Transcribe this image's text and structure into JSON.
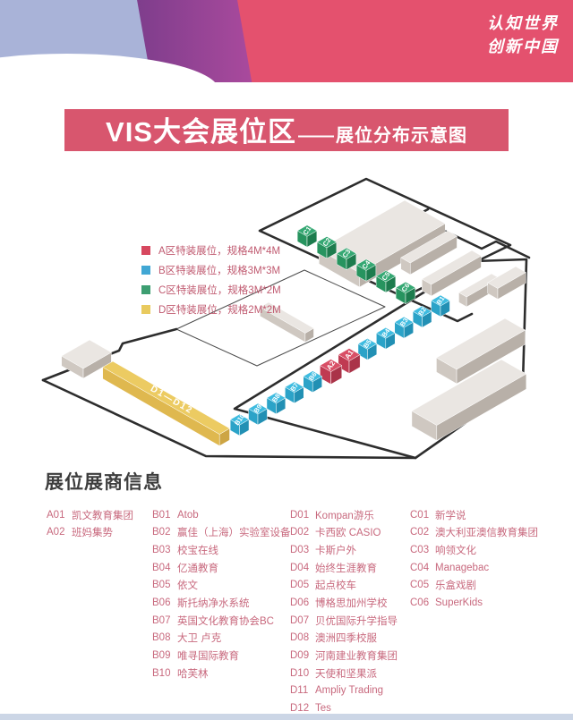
{
  "banner": {
    "slogan_line1": "认知世界",
    "slogan_line2": "创新中国"
  },
  "title": {
    "main": "VIS大会展位区",
    "dash": "——",
    "sub": "展位分布示意图"
  },
  "legend": [
    {
      "color": "#d7485f",
      "label": "A区特装展位，规格4M*4M"
    },
    {
      "color": "#41a7d4",
      "label": "B区特装展位，规格3M*3M"
    },
    {
      "color": "#3d9e71",
      "label": "C区特装展位，规格3M*2M"
    },
    {
      "color": "#e9ca5e",
      "label": "D区特装展位，规格2M*2M"
    }
  ],
  "floorplan": {
    "c_row": [
      "C1",
      "C2",
      "C3",
      "C4",
      "C5",
      "C6"
    ],
    "main_row": [
      {
        "label": "B1",
        "zone": "B"
      },
      {
        "label": "B2",
        "zone": "B"
      },
      {
        "label": "B3",
        "zone": "B"
      },
      {
        "label": "B4",
        "zone": "B"
      },
      {
        "label": "B5",
        "zone": "B"
      },
      {
        "label": "A1",
        "zone": "A"
      },
      {
        "label": "A2",
        "zone": "A"
      },
      {
        "label": "B6",
        "zone": "B"
      },
      {
        "label": "B7",
        "zone": "B"
      },
      {
        "label": "B8",
        "zone": "B"
      },
      {
        "label": "B9",
        "zone": "B"
      },
      {
        "label": "B10",
        "zone": "B"
      }
    ],
    "d_bar_label": "D1—D12",
    "zone_colors": {
      "A": {
        "top": "#d94f66",
        "left": "#c03a52",
        "right": "#aa3349"
      },
      "B": {
        "top": "#3fbce0",
        "left": "#2ba3c8",
        "right": "#2290b4"
      },
      "C": {
        "top": "#35a873",
        "left": "#27945f",
        "right": "#1d7c4e"
      },
      "D": {
        "top": "#eccb62",
        "left": "#dfb84f",
        "right": "#cda544"
      }
    },
    "building_color": {
      "top": "#eae6e2",
      "left": "#cfc8c1",
      "right": "#b8b0a8"
    }
  },
  "exhibitors": {
    "section_title": "展位展商信息",
    "columns": [
      {
        "items": [
          [
            "A01",
            "凯文教育集团"
          ],
          [
            "A02",
            "班妈集势"
          ]
        ]
      },
      {
        "items": [
          [
            "B01",
            "Atob"
          ],
          [
            "B02",
            "赢佳（上海）实验室设备"
          ],
          [
            "B03",
            "校宝在线"
          ],
          [
            "B04",
            "亿通教育"
          ],
          [
            "B05",
            "依文"
          ],
          [
            "B06",
            "斯托纳净水系统"
          ],
          [
            "B07",
            "英国文化教育协会BC"
          ],
          [
            "B08",
            "大卫 卢克"
          ],
          [
            "B09",
            "唯寻国际教育"
          ],
          [
            "B10",
            "哈芙林"
          ]
        ]
      },
      {
        "items": [
          [
            "D01",
            "Kompan游乐"
          ],
          [
            "D02",
            "卡西欧 CASIO"
          ],
          [
            "D03",
            "卡斯户外"
          ],
          [
            "D04",
            "始终生涯教育"
          ],
          [
            "D05",
            "起点校车"
          ],
          [
            "D06",
            "博格思加州学校"
          ],
          [
            "D07",
            "贝优国际升学指导"
          ],
          [
            "D08",
            "澳洲四季校服"
          ],
          [
            "D09",
            "河南建业教育集团"
          ],
          [
            "D10",
            "天使和坚果派"
          ],
          [
            "D11",
            "Ampliy Trading"
          ],
          [
            "D12",
            "Tes"
          ]
        ]
      },
      {
        "items": [
          [
            "C01",
            "新学说"
          ],
          [
            "C02",
            "澳大利亚澳信教育集团"
          ],
          [
            "C03",
            "响领文化"
          ],
          [
            "C04",
            "Managebac"
          ],
          [
            "C05",
            "乐盒戏剧"
          ],
          [
            "C06",
            "SuperKids"
          ]
        ]
      }
    ]
  }
}
